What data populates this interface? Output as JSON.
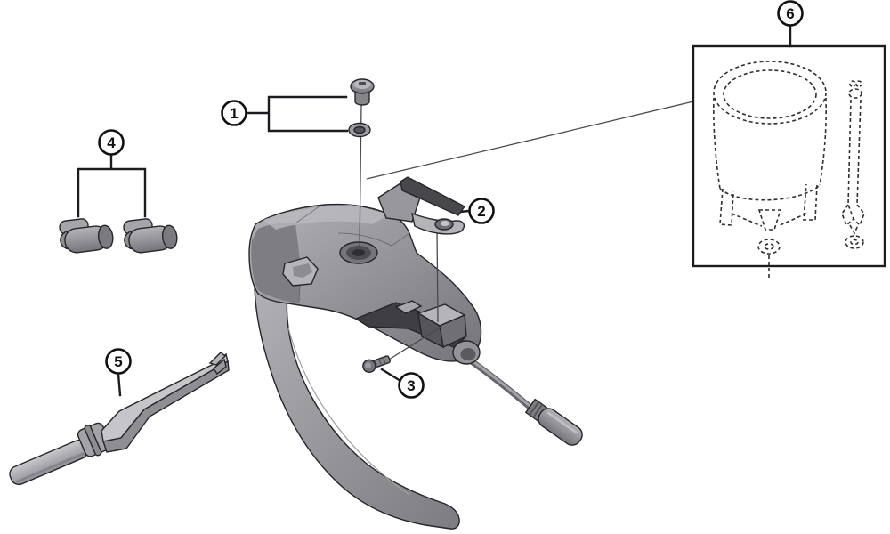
{
  "diagram": {
    "background": "#ffffff",
    "line_color": "#1c1c20",
    "part_gray": "#96969b",
    "part_gray_dark": "#5e5e63",
    "part_gray_light": "#c6c6ca",
    "callouts": [
      {
        "label": "1"
      },
      {
        "label": "2"
      },
      {
        "label": "3"
      },
      {
        "label": "4"
      },
      {
        "label": "5"
      },
      {
        "label": "6"
      }
    ]
  }
}
